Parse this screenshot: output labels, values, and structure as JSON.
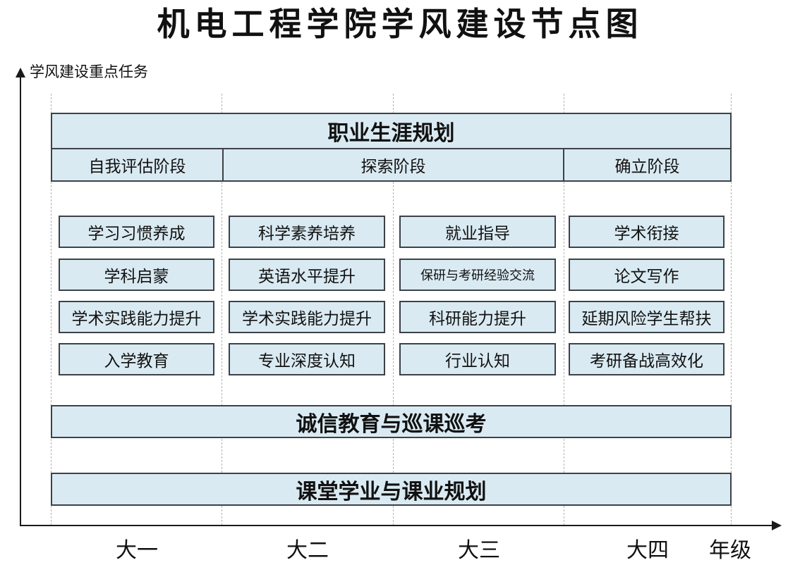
{
  "title": "机电工程学院学风建设节点图",
  "y_axis_label": "学风建设重点任务",
  "x_axis_label": "年级",
  "grades": [
    "大一",
    "大二",
    "大三",
    "大四"
  ],
  "career_banner": {
    "title": "职业生涯规划",
    "phases": [
      "自我评估阶段",
      "探索阶段",
      "确立阶段"
    ]
  },
  "task_columns": [
    {
      "grade": "大一",
      "tasks": [
        "学习习惯养成",
        "学科启蒙",
        "学术实践能力提升",
        "入学教育"
      ]
    },
    {
      "grade": "大二",
      "tasks": [
        "科学素养培养",
        "英语水平提升",
        "学术实践能力提升",
        "专业深度认知"
      ]
    },
    {
      "grade": "大三",
      "tasks": [
        "就业指导",
        "保研与考研经验交流",
        "科研能力提升",
        "行业认知"
      ]
    },
    {
      "grade": "大四",
      "tasks": [
        "学术衔接",
        "论文写作",
        "延期风险学生帮扶",
        "考研备战高效化"
      ]
    }
  ],
  "bottom_banners": {
    "integrity": "诚信教育与巡课巡考",
    "classwork": "课堂学业与课业规划"
  },
  "colors": {
    "box_fill": "#daeaf2",
    "box_border": "#3c4247",
    "gridline": "#b3b3b3",
    "axis": "#1a1a1a"
  }
}
